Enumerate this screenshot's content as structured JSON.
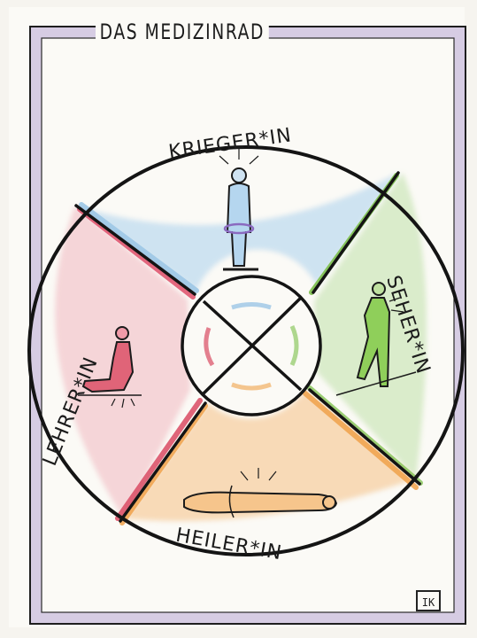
{
  "title": "DAS MEDIZINRAD",
  "quadrants": {
    "top": "KRIEGER*IN",
    "right": "SEHER*IN",
    "bottom": "HEILER*IN",
    "left": "LEHRER*IN"
  },
  "signature": "IK",
  "colors": {
    "frame": "#a58cc6",
    "top": "#9cc6e6",
    "right": "#7bbf4a",
    "bottom": "#f0a14a",
    "left": "#d94a63",
    "ink": "#1b1b1b"
  }
}
